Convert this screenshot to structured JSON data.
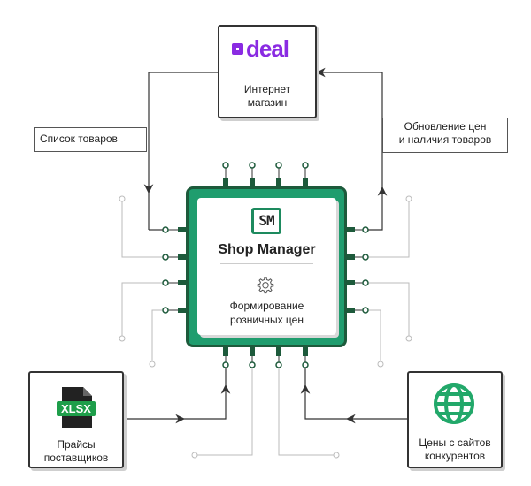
{
  "marketplace": {
    "logo_text": "deal",
    "caption_line1": "Интернет",
    "caption_line2": "магазин"
  },
  "labels": {
    "product_list": "Список товаров",
    "update_line1": "Обновление цен",
    "update_line2": "и наличия товаров"
  },
  "chip": {
    "logo_text": "SM",
    "title": "Shop Manager",
    "caption_line1": "Формирование",
    "caption_line2": "розничных цен"
  },
  "suppliers": {
    "file_badge": "XLSX",
    "caption_line1": "Прайсы",
    "caption_line2": "поставщиков"
  },
  "competitors": {
    "caption_line1": "Цены с сайтов",
    "caption_line2": "конкурентов"
  },
  "colors": {
    "chip_green": "#1f9d6e",
    "chip_border": "#1d5a3b",
    "deal_purple": "#8a2be2",
    "globe_green": "#22a86a",
    "wire": "#333333",
    "trace": "#bbbbbb"
  },
  "icons": [
    "deal-logo-icon",
    "sm-logo-icon",
    "gear-icon",
    "xlsx-file-icon",
    "globe-icon"
  ]
}
